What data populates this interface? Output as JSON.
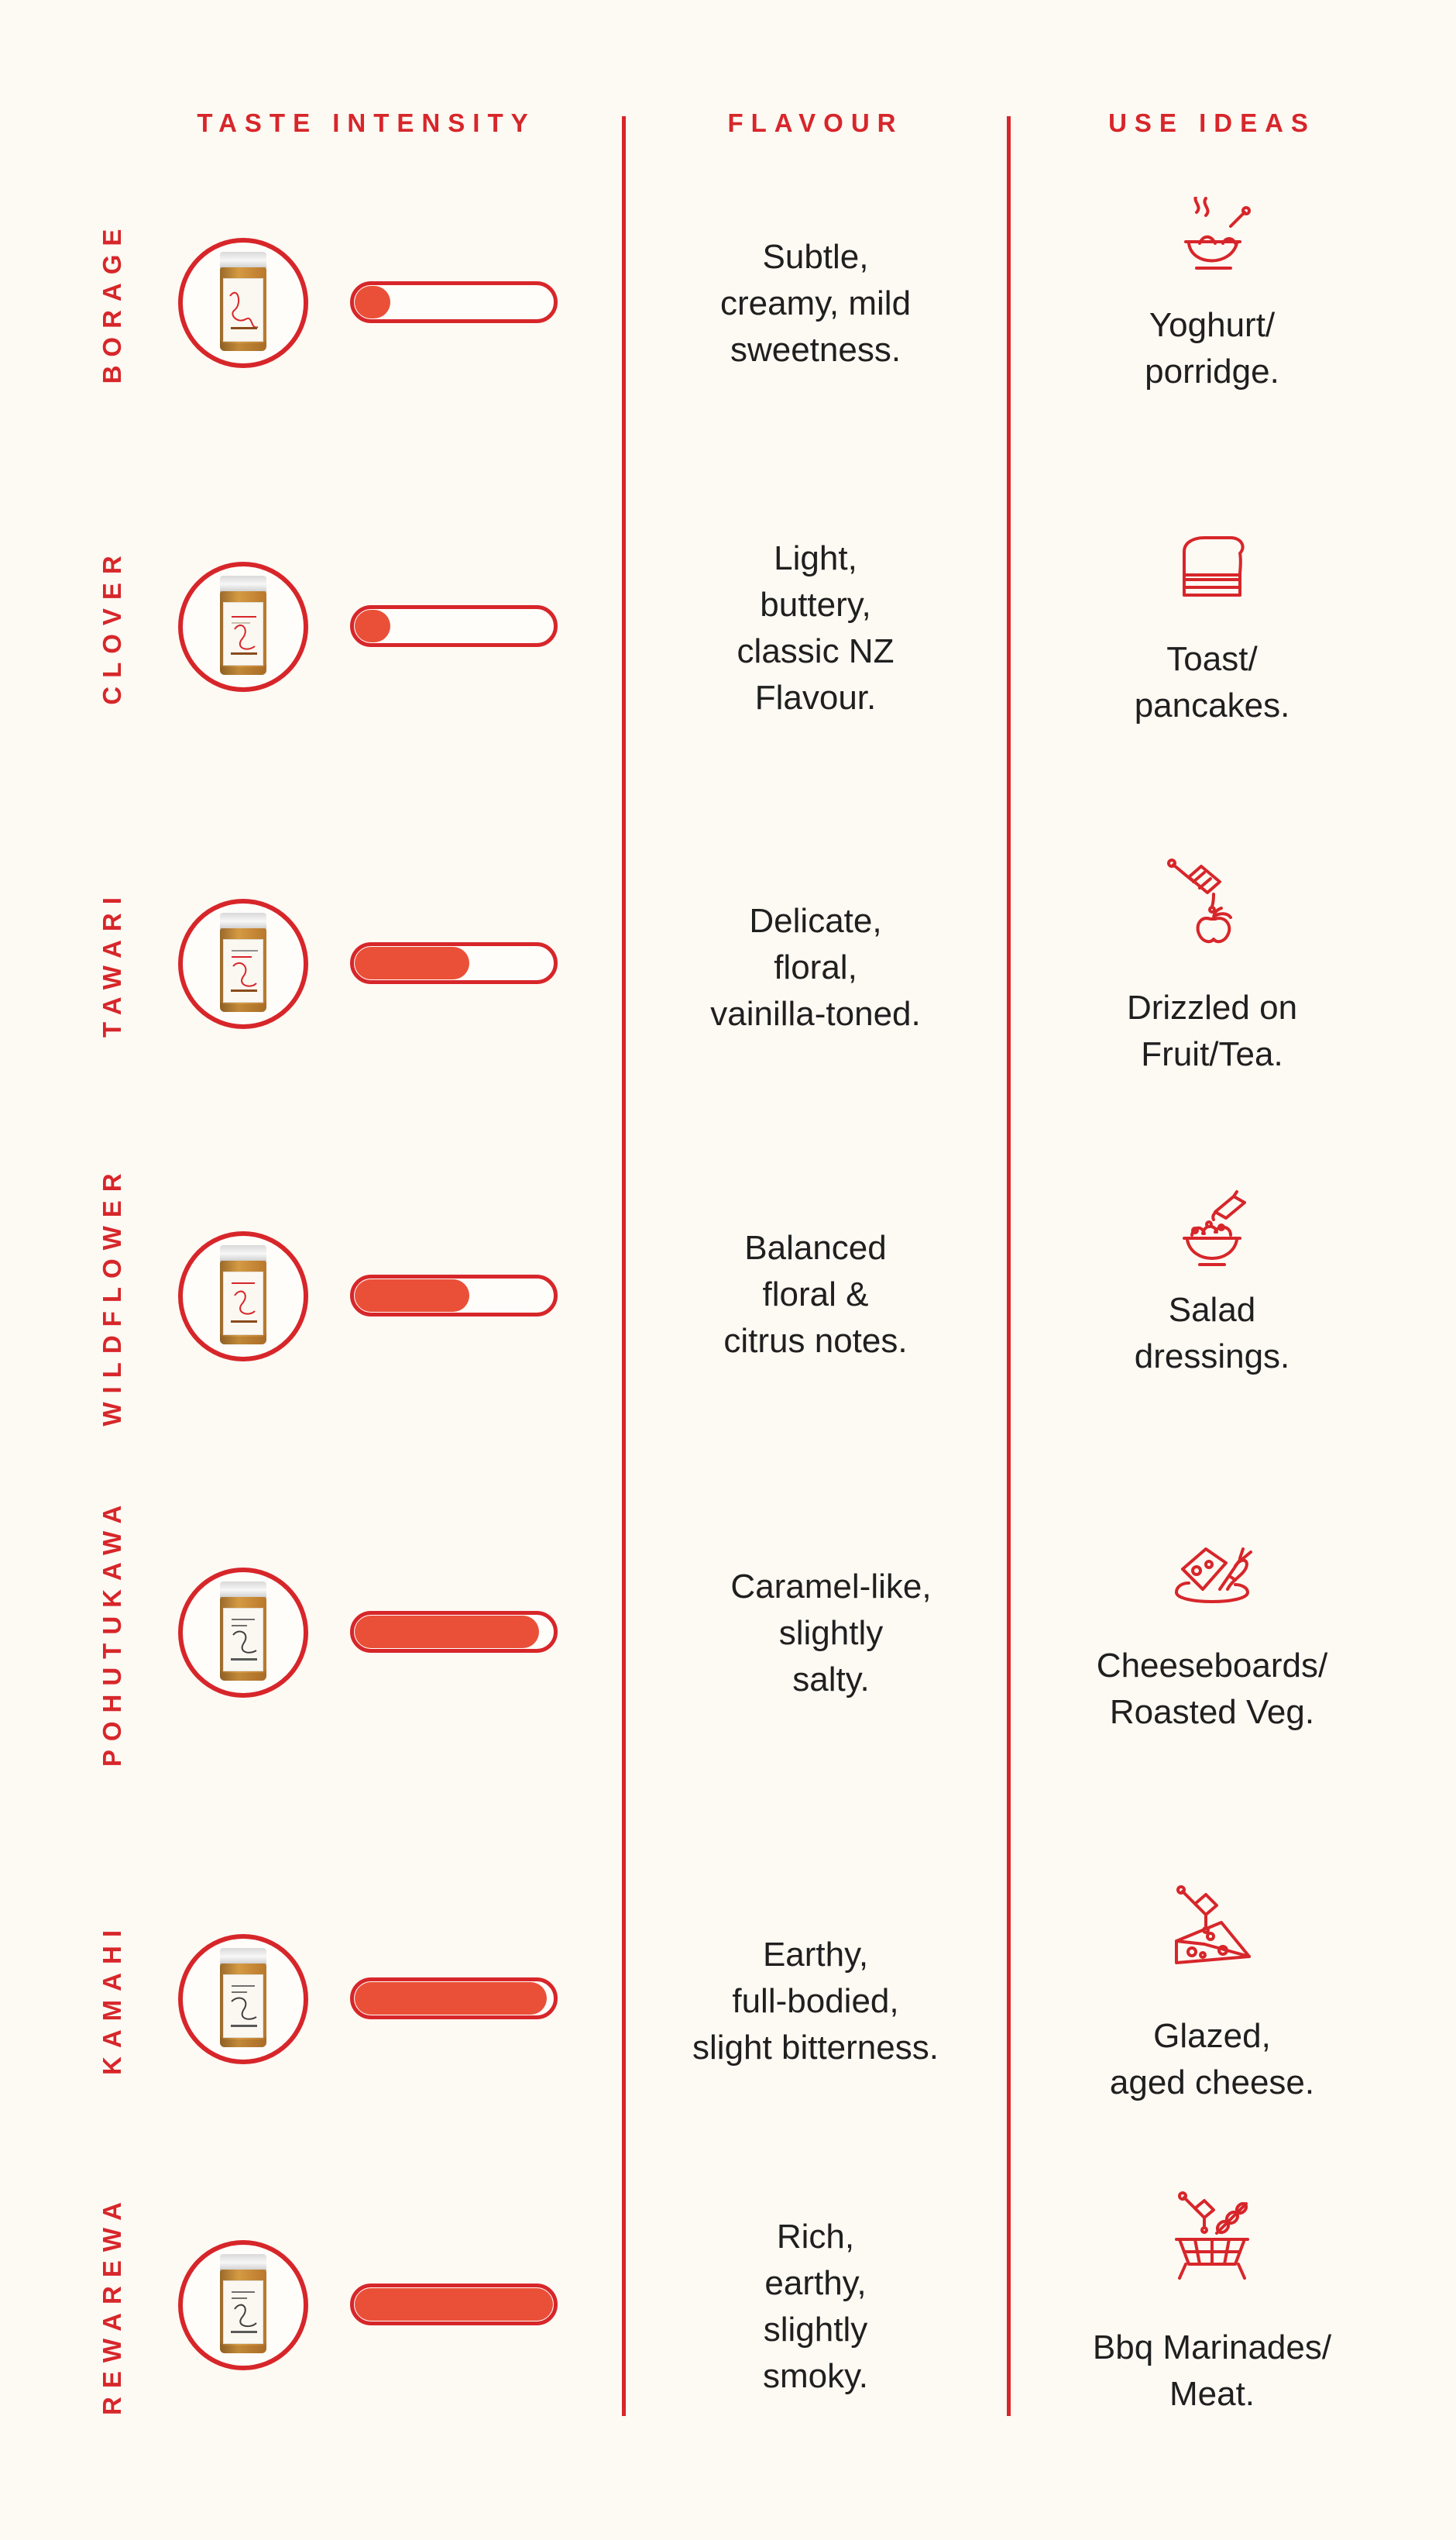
{
  "headers": {
    "taste_intensity": "TASTE INTENSITY",
    "flavour": "FLAVOUR",
    "use_ideas": "USE IDEAS"
  },
  "colors": {
    "accent": "#d7262a",
    "fill": "#ea5038",
    "background": "#fdf9f3"
  },
  "rows": [
    {
      "name": "BORAGE",
      "intensity": 0.18,
      "flavour": "Subtle,\ncreamy, mild\nsweetness.",
      "use_icon": "bowl-icon",
      "use": "Yoghurt/\nporridge."
    },
    {
      "name": "CLOVER",
      "intensity": 0.18,
      "flavour": "Light,\nbuttery,\nclassic NZ\nFlavour.",
      "use_icon": "toast-icon",
      "use": "Toast/\npancakes."
    },
    {
      "name": "TAWARI",
      "intensity": 0.58,
      "flavour": "Delicate,\nfloral,\nvainilla-toned.",
      "use_icon": "apple-honey-icon",
      "use": "Drizzled on\nFruit/Tea."
    },
    {
      "name": "WILDFLOWER",
      "intensity": 0.58,
      "flavour": "Balanced\nfloral &\ncitrus notes.",
      "use_icon": "salad-icon",
      "use": "Salad\ndressings."
    },
    {
      "name": "POHUTUKAWA",
      "intensity": 0.93,
      "flavour": "Caramel-like,\nslightly\nsalty.",
      "use_icon": "cheeseboard-icon",
      "use": "Cheeseboards/\nRoasted Veg."
    },
    {
      "name": "KAMAHI",
      "intensity": 0.97,
      "flavour": "Earthy,\nfull-bodied,\nslight bitterness.",
      "use_icon": "cheese-icon",
      "use": "Glazed,\naged cheese."
    },
    {
      "name": "REWAREWA",
      "intensity": 1.0,
      "flavour": "Rich,\nearthy,\nslightly\nsmoky.",
      "use_icon": "bbq-icon",
      "use": "Bbq Marinades/\nMeat."
    }
  ]
}
